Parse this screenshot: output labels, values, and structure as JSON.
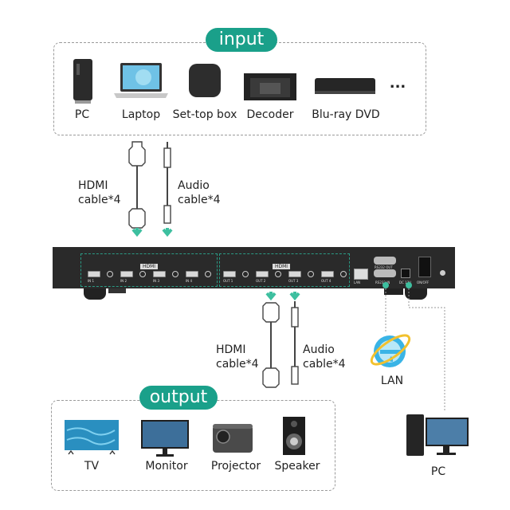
{
  "input": {
    "title": "input",
    "devices": [
      {
        "label": "PC",
        "icon": "pc-tower-icon"
      },
      {
        "label": "Laptop",
        "icon": "laptop-icon"
      },
      {
        "label": "Set-top box",
        "icon": "set-top-box-icon"
      },
      {
        "label": "Decoder",
        "icon": "decoder-icon"
      },
      {
        "label": "Blu-ray DVD",
        "icon": "bluray-player-icon"
      }
    ],
    "more": "..."
  },
  "input_cables": {
    "hdmi": {
      "line1": "HDMI",
      "line2": "cable*4"
    },
    "audio": {
      "line1": "Audio",
      "line2": "cable*4"
    }
  },
  "device": {
    "input_group_label": "HDMI",
    "output_group_label": "HDMI",
    "inputs": [
      "IN 1",
      "IN 2",
      "IN 3",
      "IN 4"
    ],
    "outputs": [
      "OUT 1",
      "OUT 2",
      "OUT 3",
      "OUT 4"
    ],
    "ports": {
      "lan": "LAN",
      "rs232_out": "RS232 OUT",
      "rs232_in": "RS232 IN",
      "dc": "DC 12V",
      "power": "ON/OFF"
    }
  },
  "output_cables": {
    "hdmi": {
      "line1": "HDMI",
      "line2": "cable*4"
    },
    "audio": {
      "line1": "Audio",
      "line2": "cable*4"
    }
  },
  "lan": {
    "label": "LAN",
    "icon": "internet-explorer-icon"
  },
  "pc_control": {
    "label": "PC",
    "icon": "desktop-pc-icon"
  },
  "output": {
    "title": "output",
    "devices": [
      {
        "label": "TV",
        "icon": "tv-icon"
      },
      {
        "label": "Monitor",
        "icon": "monitor-icon"
      },
      {
        "label": "Projector",
        "icon": "projector-icon"
      },
      {
        "label": "Speaker",
        "icon": "speaker-icon"
      }
    ]
  },
  "colors": {
    "accent": "#1aa08a",
    "arrow": "#3dbf9f",
    "device_body": "#2a2a2a"
  }
}
